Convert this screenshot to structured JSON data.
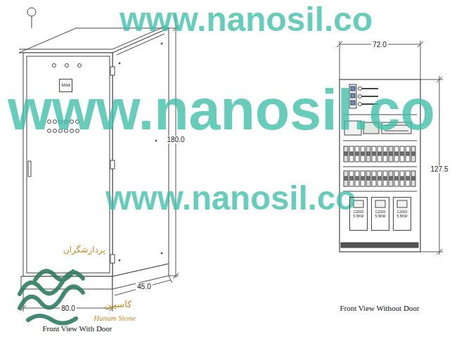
{
  "diagram": {
    "nodes": [
      {
        "text": [
          "MM"
        ]
      },
      {
        "text": [
          "C2000",
          "5.5KW"
        ]
      },
      {
        "text": [
          "C2000",
          "5.5KW"
        ]
      },
      {
        "text": [
          "C2000",
          "5.5KW"
        ]
      }
    ],
    "labels": [
      "www.nanosil.co",
      "www.nanosil.co",
      "www.nanosil.co",
      "72.0",
      "180.0",
      "127.5",
      "پردازشگران",
      "45.0",
      "کاسپین",
      "80.0",
      "Hunam Stone",
      "Front View Without Door",
      "Front View With Door"
    ]
  }
}
